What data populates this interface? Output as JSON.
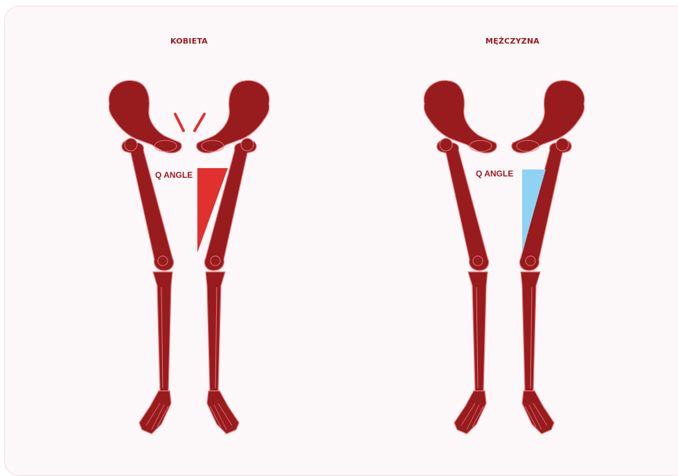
{
  "panels": [
    {
      "title": "KOBIETA",
      "angle_label": "Q ANGLE",
      "angle_color": "#e0312e",
      "show_wide_pelvis_marks": true
    },
    {
      "title": "MĘŻCZYZNA",
      "angle_label": "Q ANGLE",
      "angle_color": "#8fd3f4",
      "show_wide_pelvis_marks": false
    }
  ],
  "colors": {
    "bone": "#981b1e",
    "bone_line": "#e3787a",
    "background": "#fcf7f9",
    "title": "#981b1e"
  }
}
